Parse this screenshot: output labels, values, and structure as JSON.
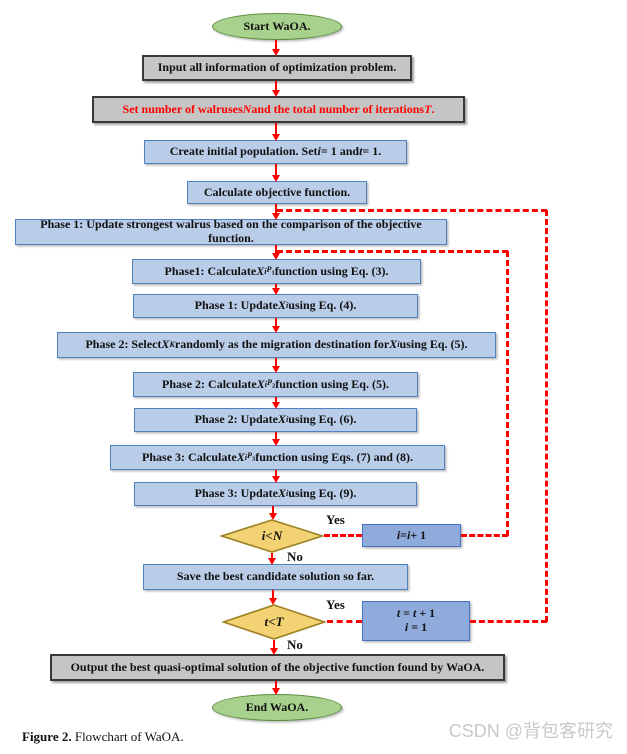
{
  "figure": {
    "caption_label": "Figure 2.",
    "caption_text": "Flowchart of WaOA.",
    "watermark": "CSDN @背包客研究"
  },
  "flowchart": {
    "nodes": {
      "start": "Start WaOA.",
      "input_info": "Input all information of optimization problem.",
      "set_numbers": "Set number of walruses [i]N[/i] and the total number of iterations [i]T[/i].",
      "create_population": "Create initial population. Set [i]i[/i] = 1 and [i]t[/i] = 1.",
      "calc_objective": "Calculate objective function.",
      "phase1_update_strongest": "Phase 1: Update strongest walrus based on the comparison of the objective function.",
      "phase1_calc": "Phase1: Calculate [i]X[/i][sub][i]i[/i][/sub][sup][i]P[/i][sub]1[/sub][/sup] function using Eq. (3).",
      "phase1_update": "Phase 1: Update [i]X[/i][sub][i]i[/i][/sub] using Eq. (4).",
      "phase2_select": "Phase 2: Select [i]X[/i][sub][i]K[/i][/sub] randomly as the migration destination for [i]X[/i][sub][i]i[/i][/sub] using Eq. (5).",
      "phase2_calc": "Phase 2: Calculate [i]X[/i][sub][i]i[/i][/sub][sup][i]P[/i][sub]2[/sub][/sup] function using Eq. (5).",
      "phase2_update": "Phase 2: Update [i]X[/i][sub][i]i[/i][/sub] using Eq. (6).",
      "phase3_calc": "Phase 3: Calculate [i]X[/i][sub][i]i[/i][/sub][sup][i]P[/i][sub]3[/sub][/sup] function using Eqs. (7) and (8).",
      "phase3_update": "Phase 3: Update [i]X[/i][sub][i]i[/i][/sub] using Eq. (9).",
      "decision_i": "[i]i[/i] < [i]N[/i]",
      "increment_i": "[i]i[/i] = [i]i[/i] + 1",
      "save_best": "Save the best candidate solution so far.",
      "decision_t": "[i]t[/i] < [i]T[/i]",
      "increment_t_line1": "[i]t[/i] = [i]t[/i] + 1",
      "increment_t_line2": "[i]i[/i] = 1",
      "output": "Output the best quasi-optimal solution of the objective function found by WaOA.",
      "end": "End WaOA."
    },
    "labels": {
      "yes": "Yes",
      "no": "No"
    },
    "colors": {
      "arrow_red": "#FF0000",
      "box_blue_fill": "#B9CDE8",
      "box_blue_border": "#4F81BD",
      "box_blue_dark_fill": "#8FABDC",
      "box_gray_fill": "#C5C5C5",
      "box_gray_border": "#383838",
      "ellipse_green_fill": "#A8D18D",
      "ellipse_green_border": "#5A8F3C",
      "diamond_gold_fill": "#F2D272",
      "diamond_gold_border": "#9E8123",
      "red_text": "#FF0000"
    }
  }
}
